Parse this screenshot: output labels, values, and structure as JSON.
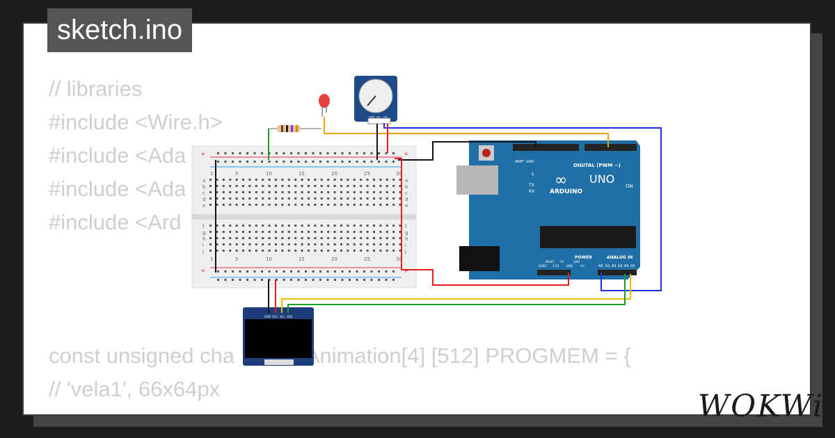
{
  "tab": {
    "title": "sketch.ino"
  },
  "code_top": [
    "// libraries",
    "#include <Wire.h>",
    "#include <Ada",
    "#include <Ada",
    "#include <Ard"
  ],
  "code_bottom": [
    "const unsigned cha          sAnimation[4] [512] PROGMEM = {",
    "// 'vela1', 66x64px"
  ],
  "breadboard": {
    "col_labels": [
      "1",
      "5",
      "10",
      "15",
      "20",
      "25",
      "30"
    ],
    "row_labels_top": [
      "a",
      "b",
      "c",
      "d",
      "e"
    ],
    "row_labels_bottom": [
      "f",
      "g",
      "h",
      "i",
      "j"
    ]
  },
  "arduino": {
    "brand": "ARDUINO",
    "model": "UNO",
    "digital_label": "DIGITAL (PWM ~)",
    "analog_label": "ANALOG IN",
    "power_label": "POWER",
    "on_label": "ON",
    "tx_label": "TX",
    "rx_label": "RX",
    "l_label": "L",
    "aref_label": "AREF",
    "gnd_label": "GND",
    "analog_pins": [
      "A0",
      "A1",
      "A2",
      "A3",
      "A4",
      "A5"
    ],
    "power_pins": [
      "IOREF",
      "RESET",
      "3.3V",
      "5V",
      "GND",
      "GND",
      "Vin"
    ]
  },
  "oled": {
    "pin_labels": [
      "GND",
      "VCC",
      "SCL",
      "SDA"
    ]
  },
  "potentiometer": {
    "pin_labels": [
      "GND",
      "SIG",
      "VCC"
    ]
  },
  "wire_colors": {
    "orange": "#f0a500",
    "blue": "#1f2fe0",
    "green": "#1c9a2a",
    "red": "#e02020",
    "black": "#111111",
    "yellow": "#e8c200"
  },
  "logo": {
    "text": "WOKWi"
  }
}
